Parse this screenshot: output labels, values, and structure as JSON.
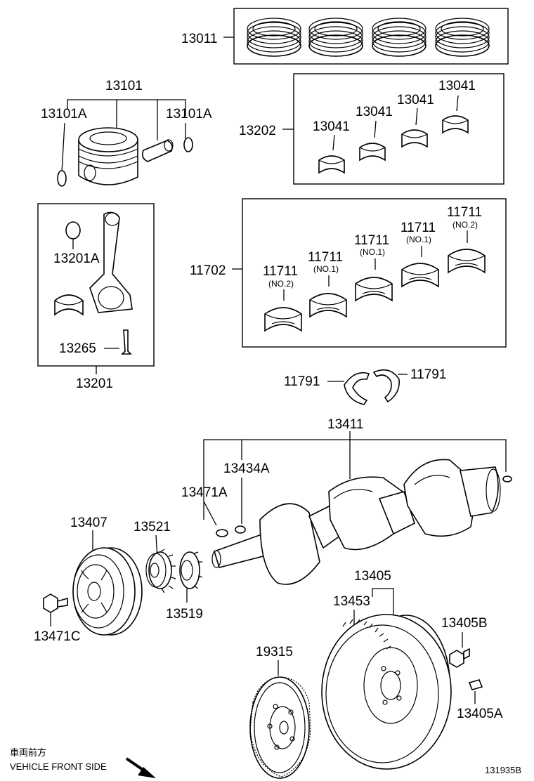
{
  "parts": {
    "piston_rings": "13011",
    "piston": "13101",
    "snap_ring_left": "13101A",
    "snap_ring_right": "13101A",
    "conrod_bearing_set": "13202",
    "conrod_bearing_1": "13041",
    "conrod_bearing_2": "13041",
    "conrod_bearing_3": "13041",
    "conrod_bearing_4": "13041",
    "conrod_bushing": "13201A",
    "conrod_bolt": "13265",
    "conrod_assy": "13201",
    "main_bearing_set": "11702",
    "main_bearing_1": "11711",
    "main_bearing_2": "11711",
    "main_bearing_3": "11711",
    "main_bearing_4": "11711",
    "main_bearing_5": "11711",
    "main_bearing_1_note": "(NO.2)",
    "main_bearing_2_note": "(NO.1)",
    "main_bearing_3_note": "(NO.1)",
    "main_bearing_4_note": "(NO.1)",
    "main_bearing_5_note": "(NO.2)",
    "thrust_washer_left": "11791",
    "thrust_washer_right": "11791",
    "crankshaft": "13411",
    "straight_pin": "13434A",
    "crank_key": "13471A",
    "crank_pulley": "13407",
    "timing_gear": "13521",
    "pulley_bolt": "13471C",
    "gear_spacer": "13519",
    "flywheel": "13405",
    "ring_gear": "13453",
    "flywheel_bolt": "13405B",
    "flywheel_pin": "13405A",
    "drive_plate": "19315"
  },
  "footer": {
    "jp_label": "車両前方",
    "front_label": "VEHICLE FRONT SIDE",
    "diagram_code": "131935B"
  }
}
